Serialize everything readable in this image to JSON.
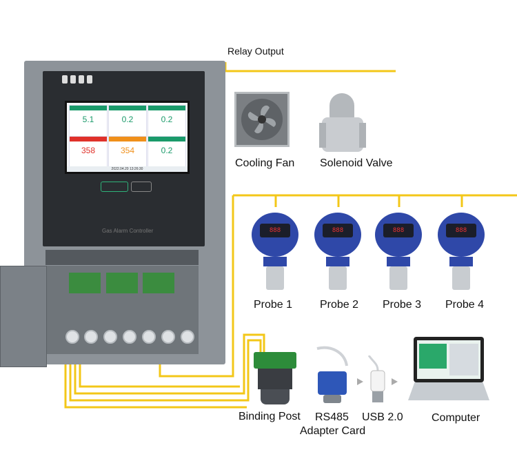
{
  "labels": {
    "relay_output": "Relay Output",
    "cooling_fan": "Cooling Fan",
    "solenoid_valve": "Solenoid Valve",
    "probes": [
      "Probe 1",
      "Probe 2",
      "Probe 3",
      "Probe 4"
    ],
    "binding_post": "Binding Post",
    "rs485_line1": "RS485",
    "rs485_line2": "Adapter Card",
    "usb": "USB 2.0",
    "computer": "Computer"
  },
  "controller": {
    "name": "Gas Alarm Controller",
    "datetime": "2022.04.20 13:26:30",
    "readings": [
      {
        "value": "5.1",
        "status": "normal"
      },
      {
        "value": "0.2",
        "status": "normal"
      },
      {
        "value": "0.2",
        "status": "normal"
      },
      {
        "value": "358",
        "status": "alarm"
      },
      {
        "value": "354",
        "status": "warning"
      },
      {
        "value": "0.2",
        "status": "normal"
      }
    ],
    "probe_display": "888"
  },
  "colors": {
    "wire": "#f3c718",
    "normal": "#1a9a6a",
    "alarm": "#e0312a",
    "warning": "#f0901a",
    "probe_housing": "#2f48a8"
  }
}
